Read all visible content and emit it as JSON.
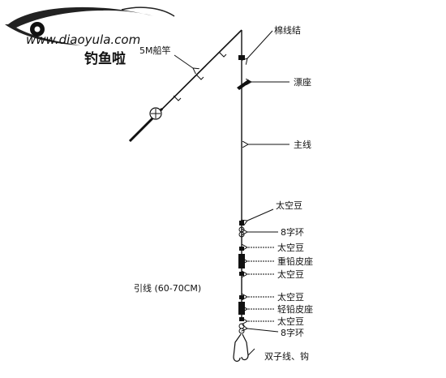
{
  "watermark": {
    "url": "www.diaoyula.com",
    "brand": "钓鱼啦"
  },
  "labels": {
    "rod": "5M船竿",
    "knot": "棉线结",
    "float_seat": "漂座",
    "main_line": "主线",
    "bean_1": "太空豆",
    "swivel_1": "8字环",
    "bean_2": "太空豆",
    "heavy_sinker": "重铅皮座",
    "bean_3": "太空豆",
    "leader": "引线 (60-70CM)",
    "bean_4": "太空豆",
    "light_sinker": "轻铅皮座",
    "bean_5": "太空豆",
    "swivel_2": "8字环",
    "hooks": "双子线、钩"
  },
  "colors": {
    "line": "#111111",
    "background": "#ffffff"
  },
  "icons": {
    "fish": "fish-logo-icon",
    "reel": "reel-icon",
    "arrow": "arrow-left-icon"
  }
}
